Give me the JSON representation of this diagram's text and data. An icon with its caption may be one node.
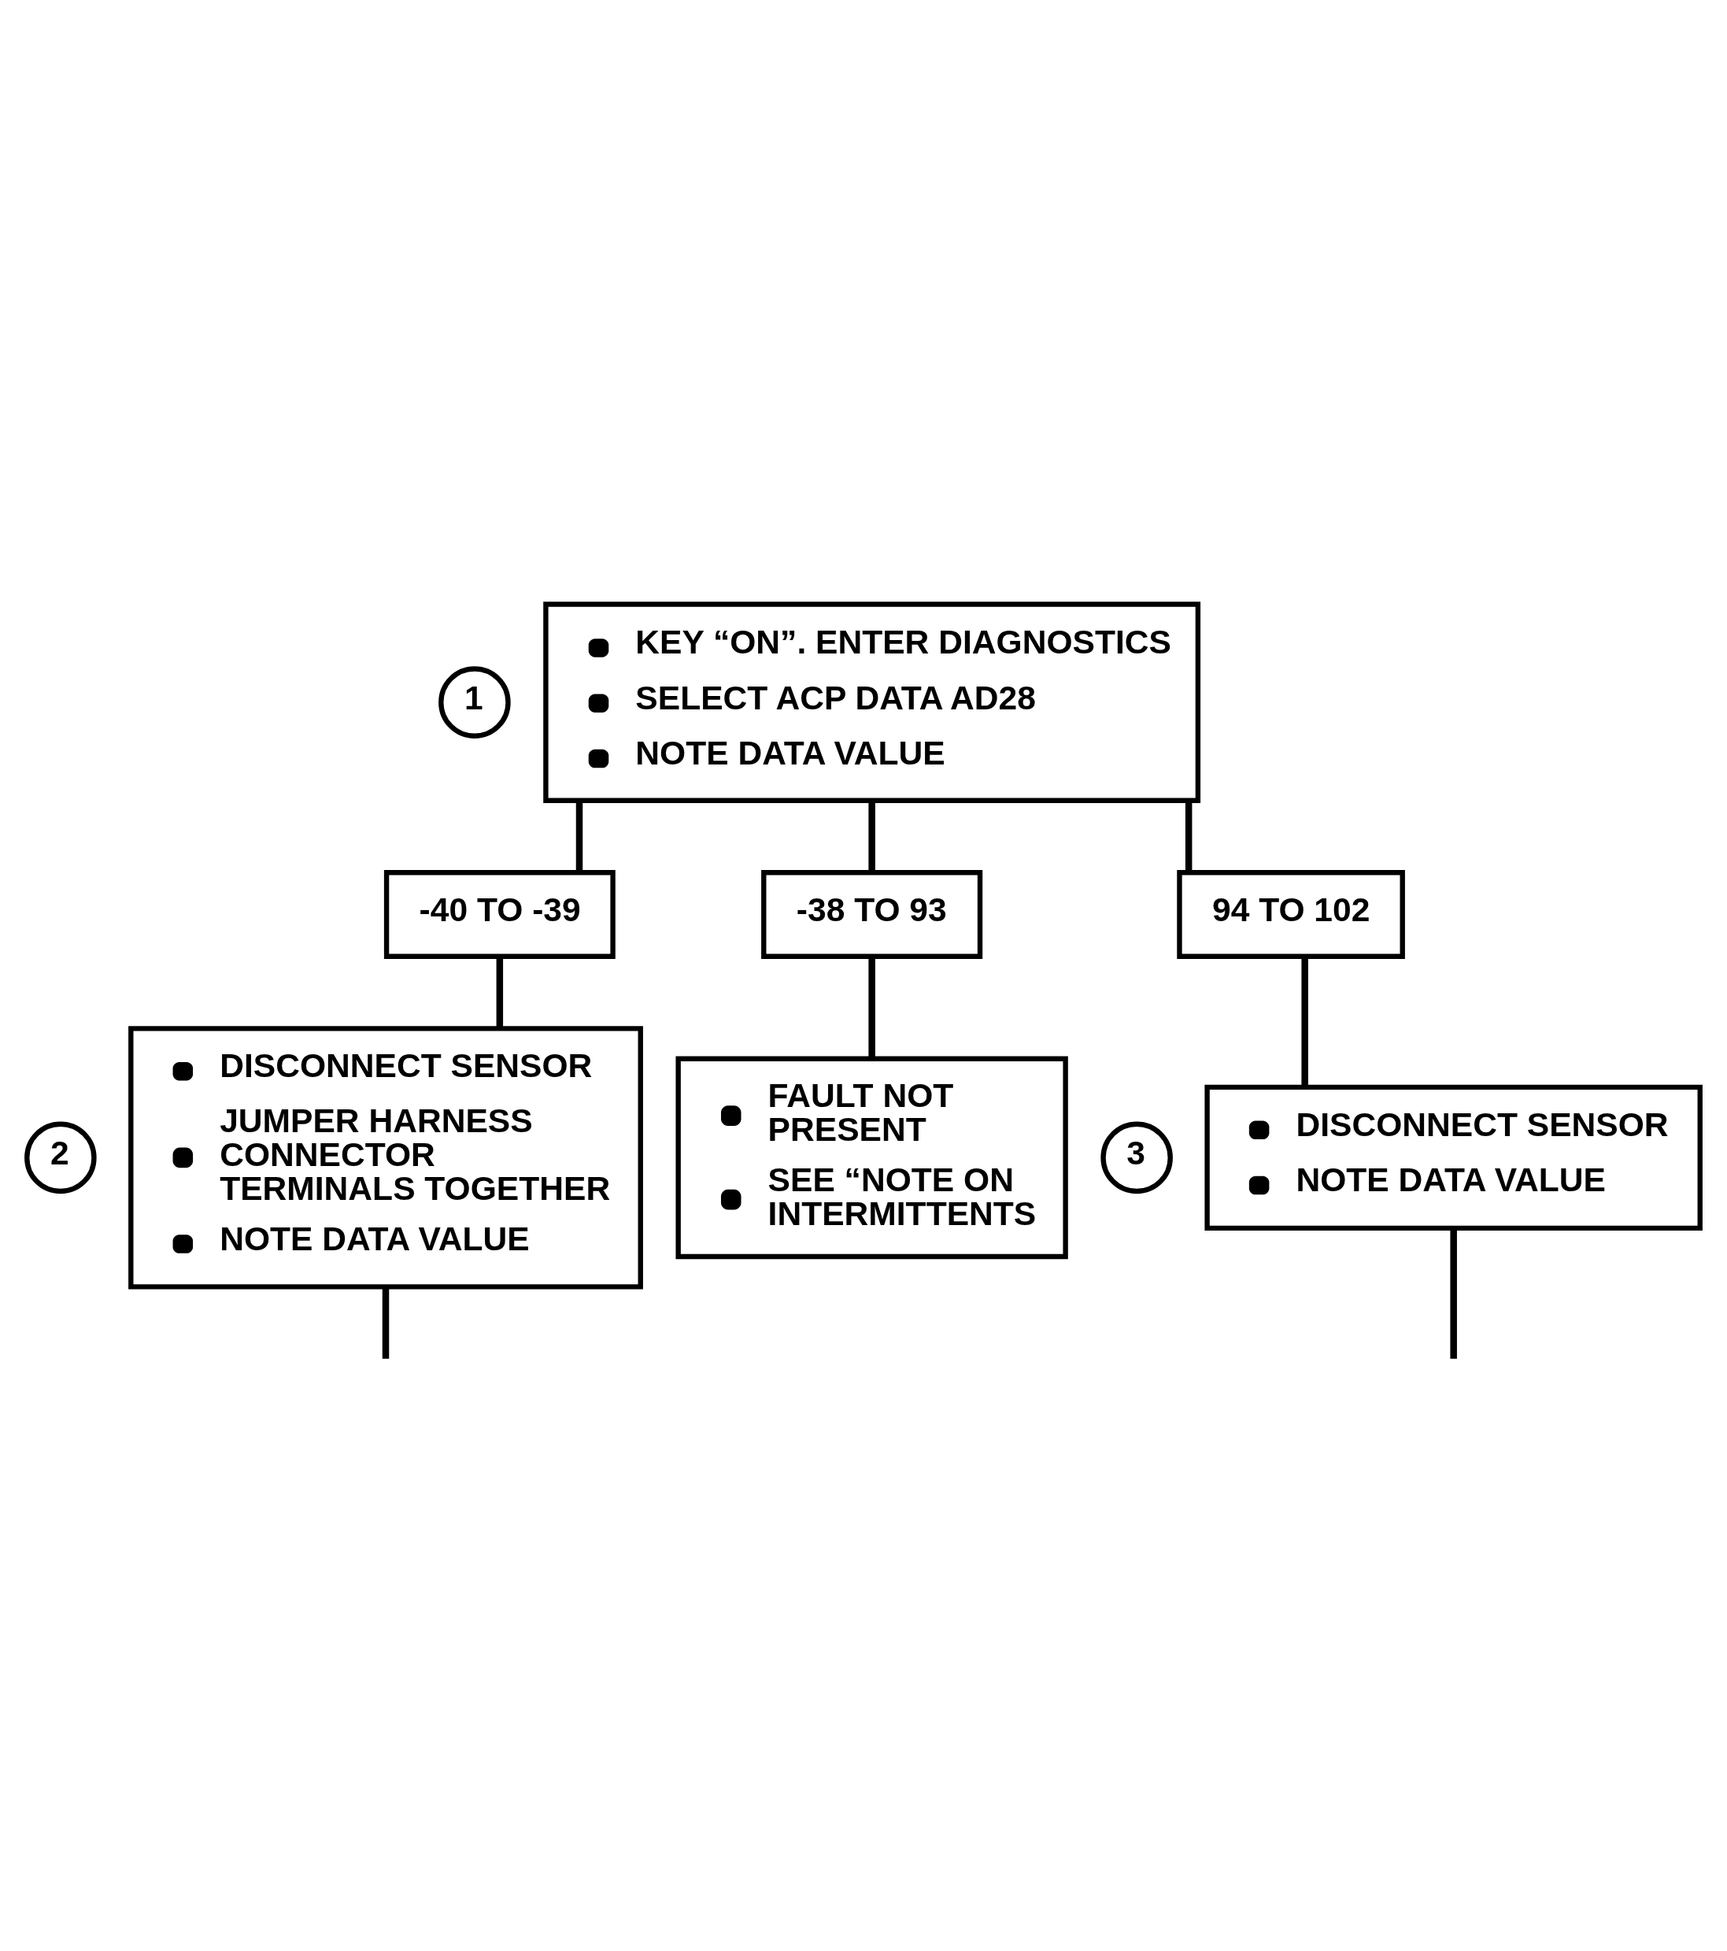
{
  "diagram": {
    "nodes": [
      {
        "text": [
          "KEY “ON”. ENTER DIAGNOSTICS",
          "SELECT ACP DATA AD28",
          "NOTE DATA VALUE"
        ],
        "beside": [
          "1"
        ]
      },
      {
        "text": [
          "-40 TO -39"
        ]
      },
      {
        "text": [
          "-38 TO 93"
        ]
      },
      {
        "text": [
          "94 TO 102"
        ]
      },
      {
        "text": [
          "DISCONNECT SENSOR",
          "JUMPER HARNESS CONNECTOR TERMINALS TOGETHER",
          "NOTE DATA VALUE"
        ],
        "beside": [
          "2"
        ]
      },
      {
        "text": [
          "FAULT NOT PRESENT",
          "SEE “NOTE ON INTERMITTENTS"
        ]
      },
      {
        "text": [
          "DISCONNECT SENSOR",
          "NOTE DATA VALUE"
        ],
        "beside": [
          "3"
        ]
      }
    ],
    "edges": [
      {
        "from": 0,
        "to": 1,
        "arrow": "none"
      },
      {
        "from": 0,
        "to": 2,
        "arrow": "none"
      },
      {
        "from": 0,
        "to": 3,
        "arrow": "none"
      },
      {
        "from": 1,
        "to": 4,
        "arrow": "none"
      },
      {
        "from": 2,
        "to": 5,
        "arrow": "none"
      },
      {
        "from": 3,
        "to": 6,
        "arrow": "none"
      },
      {
        "from": 4,
        "to": null,
        "arrow": "none"
      },
      {
        "from": 6,
        "to": null,
        "arrow": "none"
      }
    ]
  }
}
